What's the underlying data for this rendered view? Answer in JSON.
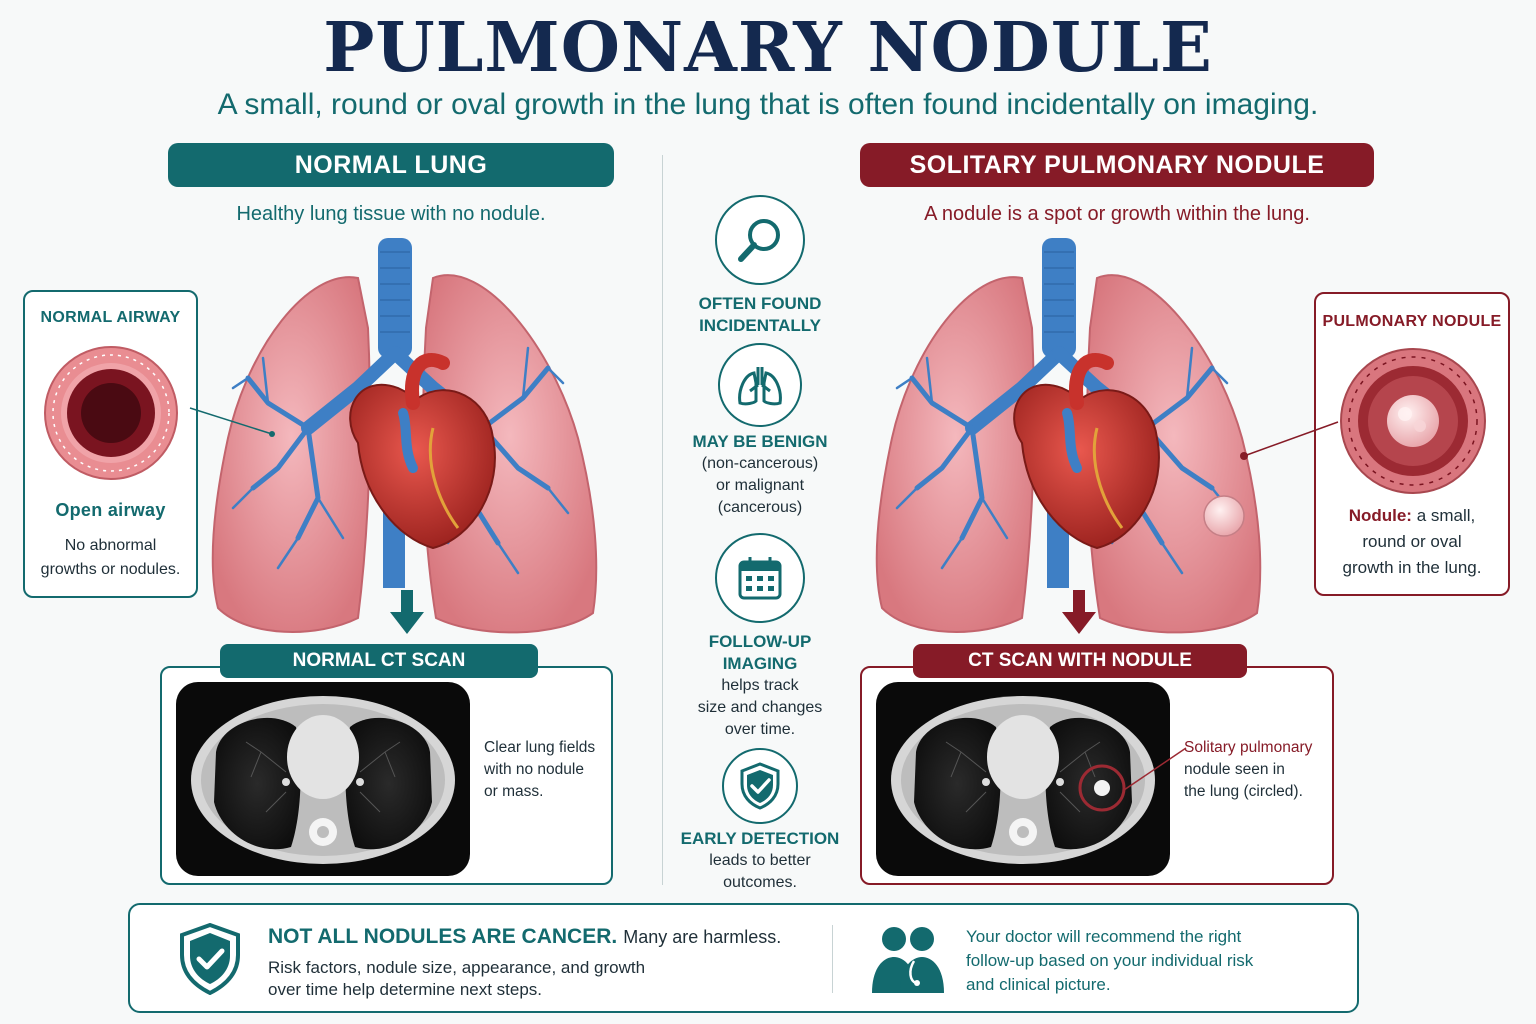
{
  "header": {
    "title": "PULMONARY NODULE",
    "subtitle": "A small, round or oval growth in the lung that is often found incidentally on imaging."
  },
  "normal": {
    "heading": "NORMAL LUNG",
    "tagline": "Healthy lung tissue with no nodule.",
    "callout": {
      "title": "NORMAL AIRWAY",
      "label": "Open airway",
      "text_lines": [
        "No abnormal",
        "growths or nodules."
      ]
    },
    "ct": {
      "heading": "NORMAL CT SCAN",
      "text_lines": [
        "Clear lung fields",
        "with no nodule",
        "or mass."
      ]
    }
  },
  "nodule": {
    "heading": "SOLITARY PULMONARY NODULE",
    "tagline": "A nodule is a spot or growth within the lung.",
    "callout": {
      "title": "PULMONARY NODULE",
      "label": "Nodule:",
      "text_lines": [
        " a small,",
        "round or oval",
        "growth in the lung."
      ]
    },
    "ct": {
      "heading": "CT SCAN WITH NODULE",
      "title_line": "Solitary pulmonary",
      "text_lines": [
        "nodule seen in",
        "the lung (circled)."
      ]
    }
  },
  "features": [
    {
      "icon": "magnifier-icon",
      "head_lines": [
        "OFTEN FOUND",
        "INCIDENTALLY"
      ],
      "text_lines": []
    },
    {
      "icon": "lungs-icon",
      "head_lines": [
        "MAY BE BENIGN"
      ],
      "text_lines": [
        "(non-cancerous)",
        "or malignant",
        "(cancerous)"
      ]
    },
    {
      "icon": "calendar-icon",
      "head_lines": [
        "FOLLOW-UP",
        "IMAGING"
      ],
      "text_lines": [
        "helps track",
        "size and changes",
        "over time."
      ]
    },
    {
      "icon": "shield-check-icon",
      "head_lines": [
        "EARLY DETECTION"
      ],
      "text_lines": [
        "leads to better",
        "outcomes."
      ]
    }
  ],
  "bottom": {
    "head": "NOT ALL NODULES ARE CANCER.",
    "head_tail": "Many are harmless.",
    "text_lines": [
      "Risk factors, nodule size, appearance, and growth",
      "over time help determine next steps."
    ],
    "right_lines": [
      "Your doctor will recommend the right",
      "follow-up based on your individual risk",
      "and clinical picture."
    ]
  },
  "colors": {
    "teal": "#136a6e",
    "red": "#861b27",
    "navy": "#14294f",
    "airway_blue": "#3e7fc5",
    "lung_pink": "#e6939b"
  }
}
